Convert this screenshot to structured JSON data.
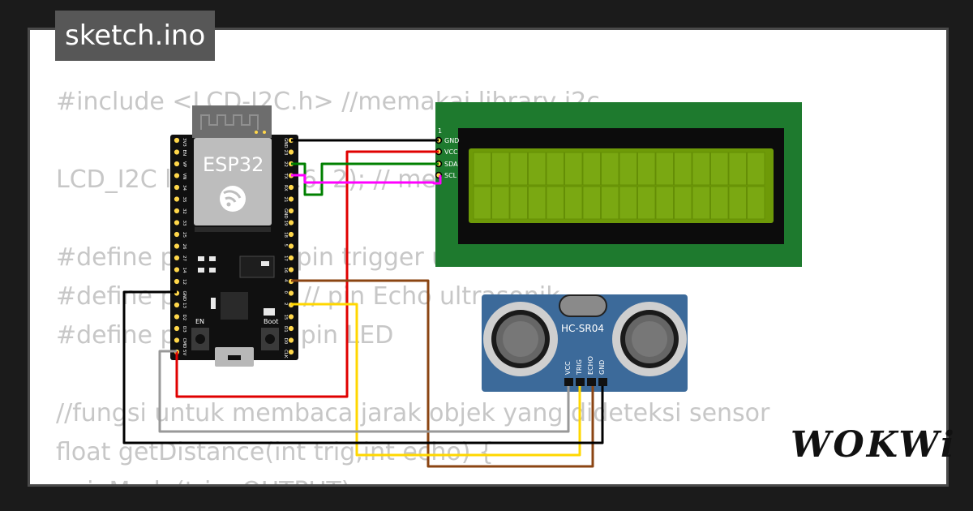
{
  "file_tab": {
    "label": "sketch.ino"
  },
  "code_lines": [
    "#include <LCD-I2C.h> //memakai library i2c",
    "",
    "LCD_I2C lcd(0x27, 16, 2); // memakai lcd",
    "",
    "#define pinTrig 5 // pin trigger ultrasonik",
    "#define pinEcho 18 // pin Echo ultrasonik",
    "#define pinLED 2 // pin LED",
    "",
    "//fungsi untuk membaca jarak objek yang dideteksi sensor",
    "float getDistance(int trig,int echo) {",
    "  pinMode(trig, OUTPUT);"
  ],
  "esp32": {
    "label": "ESP32",
    "left_pins": [
      "3V3",
      "EN",
      "VP",
      "VN",
      "34",
      "35",
      "32",
      "33",
      "25",
      "26",
      "27",
      "14",
      "12",
      "GND",
      "13",
      "D2",
      "D3",
      "CMD",
      "5V"
    ],
    "right_pins": [
      "GND",
      "23",
      "22",
      "TX",
      "RX",
      "21",
      "GND",
      "19",
      "18",
      "5",
      "17",
      "16",
      "4",
      "0",
      "2",
      "15",
      "D1",
      "D0",
      "CLK"
    ],
    "en_label": "EN",
    "boot_label": "Boot"
  },
  "lcd": {
    "pin_one": "1",
    "pins": [
      "GND",
      "VCC",
      "SDA",
      "SCL"
    ]
  },
  "ultrasonic": {
    "label": "HC-SR04",
    "pins": [
      "VCC",
      "TRIG",
      "ECHO",
      "GND"
    ]
  },
  "brand": {
    "logo": "WOKWi"
  },
  "colors": {
    "wire_black": "#000000",
    "wire_red": "#e00000",
    "wire_green": "#008000",
    "wire_magenta": "#ff00ff",
    "wire_brown": "#8b4513",
    "wire_yellow": "#ffd700",
    "wire_gray": "#999999",
    "lcd_board": "#1e7a2e",
    "lcd_screen": "#6e9a08",
    "sensor_board": "#3c6a9a"
  }
}
